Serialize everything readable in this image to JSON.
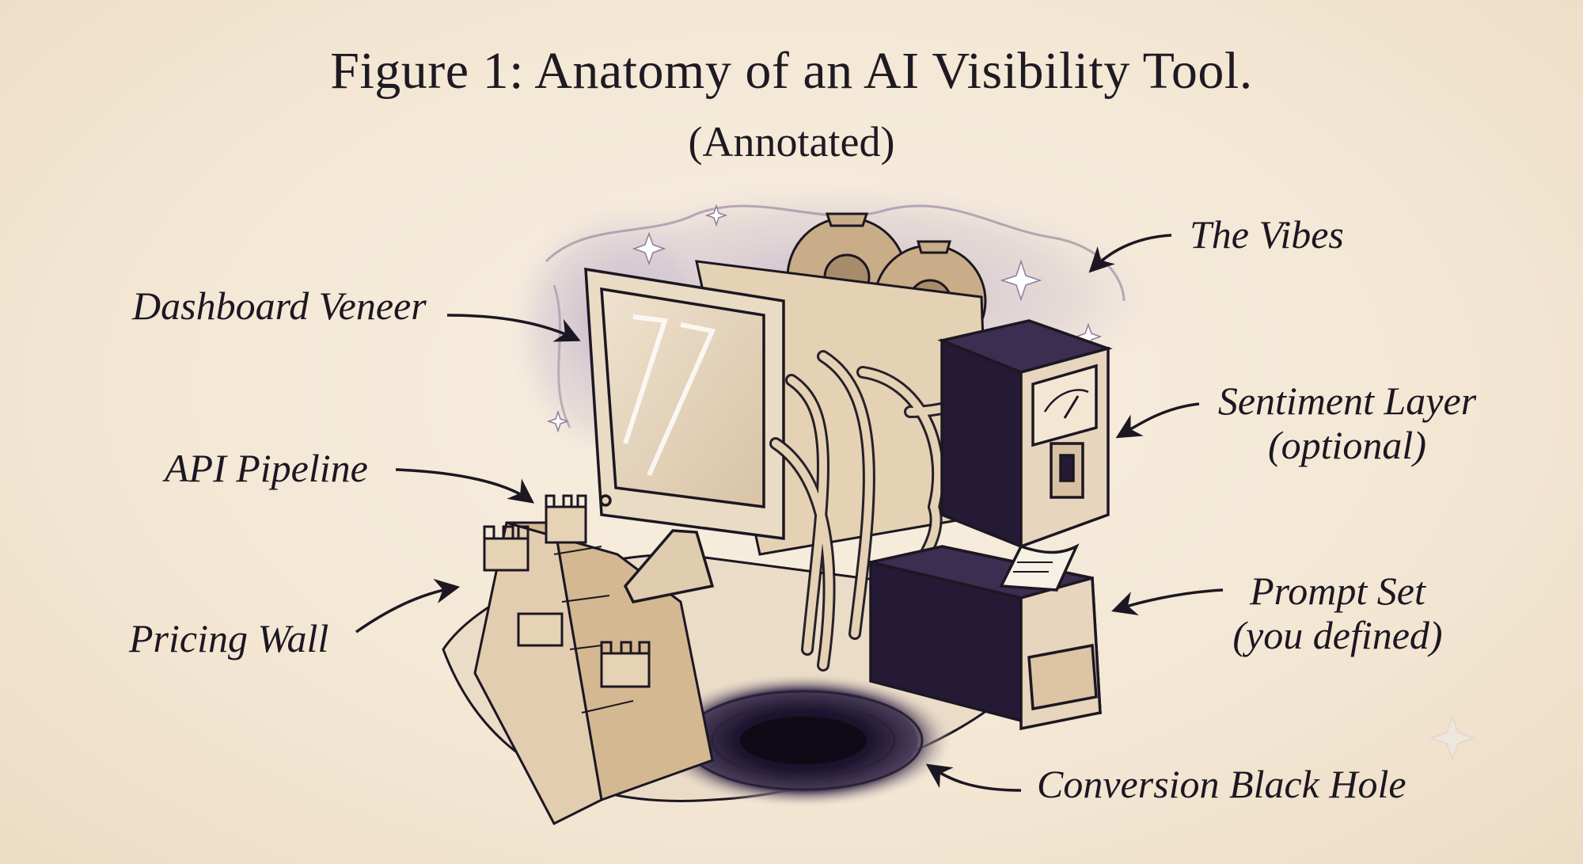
{
  "figure": {
    "title": "Figure 1: Anatomy of an AI Visibility Tool.",
    "subtitle": "(Annotated)"
  },
  "labels": {
    "vibes": "The Vibes",
    "dashboard": "Dashboard Veneer",
    "sentiment_line1": "Sentiment Layer",
    "sentiment_line2": "(optional)",
    "api": "API Pipeline",
    "pricing": "Pricing Wall",
    "prompt_line1": "Prompt Set",
    "prompt_line2": "(you defined)",
    "blackhole": "Conversion Black Hole"
  },
  "colors": {
    "ink": "#1c1722",
    "paper": "#f5ead8",
    "beige": "#e8d5bd",
    "dark_box": "#241a35",
    "haze": "#b9a9c4"
  }
}
